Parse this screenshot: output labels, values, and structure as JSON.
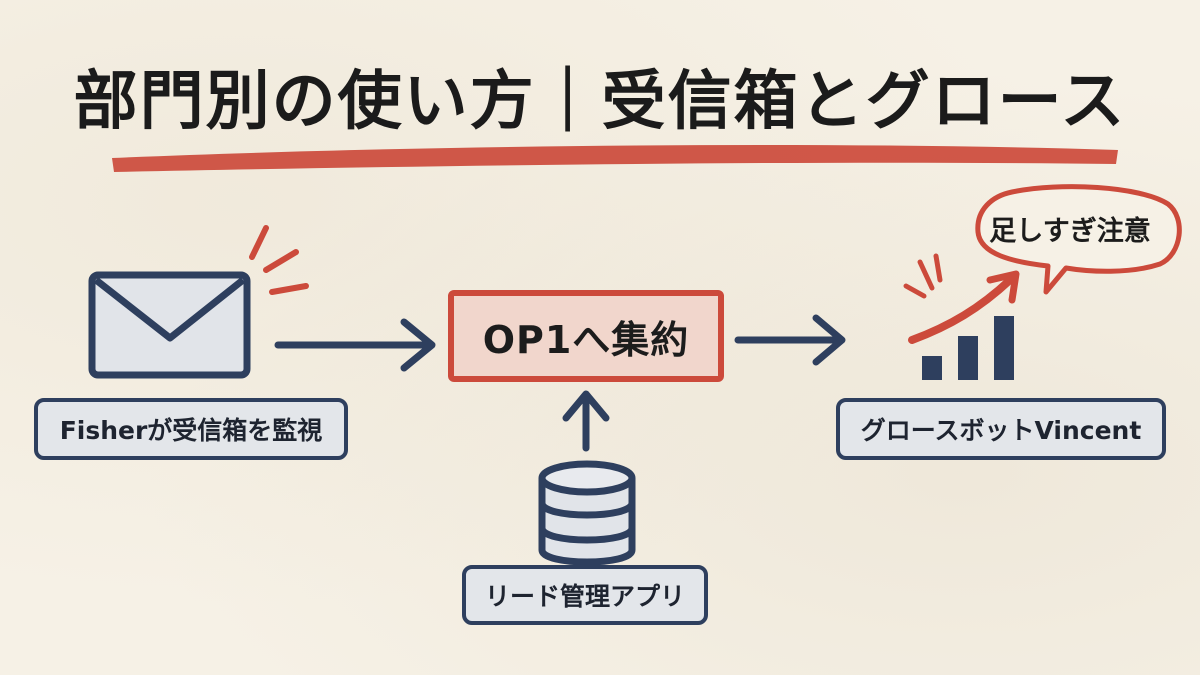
{
  "title": "部門別の使い方｜受信箱とグロース",
  "nodes": {
    "inbox_label": "Fisherが受信箱を監視",
    "center_label": "OP1へ集約",
    "lead_label": "リード管理アプリ",
    "growth_label": "グロースボットVincent"
  },
  "callout": "足しすぎ注意",
  "icons": {
    "inbox": "envelope-icon",
    "database": "database-icon",
    "growth": "growth-bar-chart-icon"
  },
  "colors": {
    "accent_red": "#cc4a3b",
    "navy": "#2e3f5e",
    "paper": "#f6f1e6"
  }
}
